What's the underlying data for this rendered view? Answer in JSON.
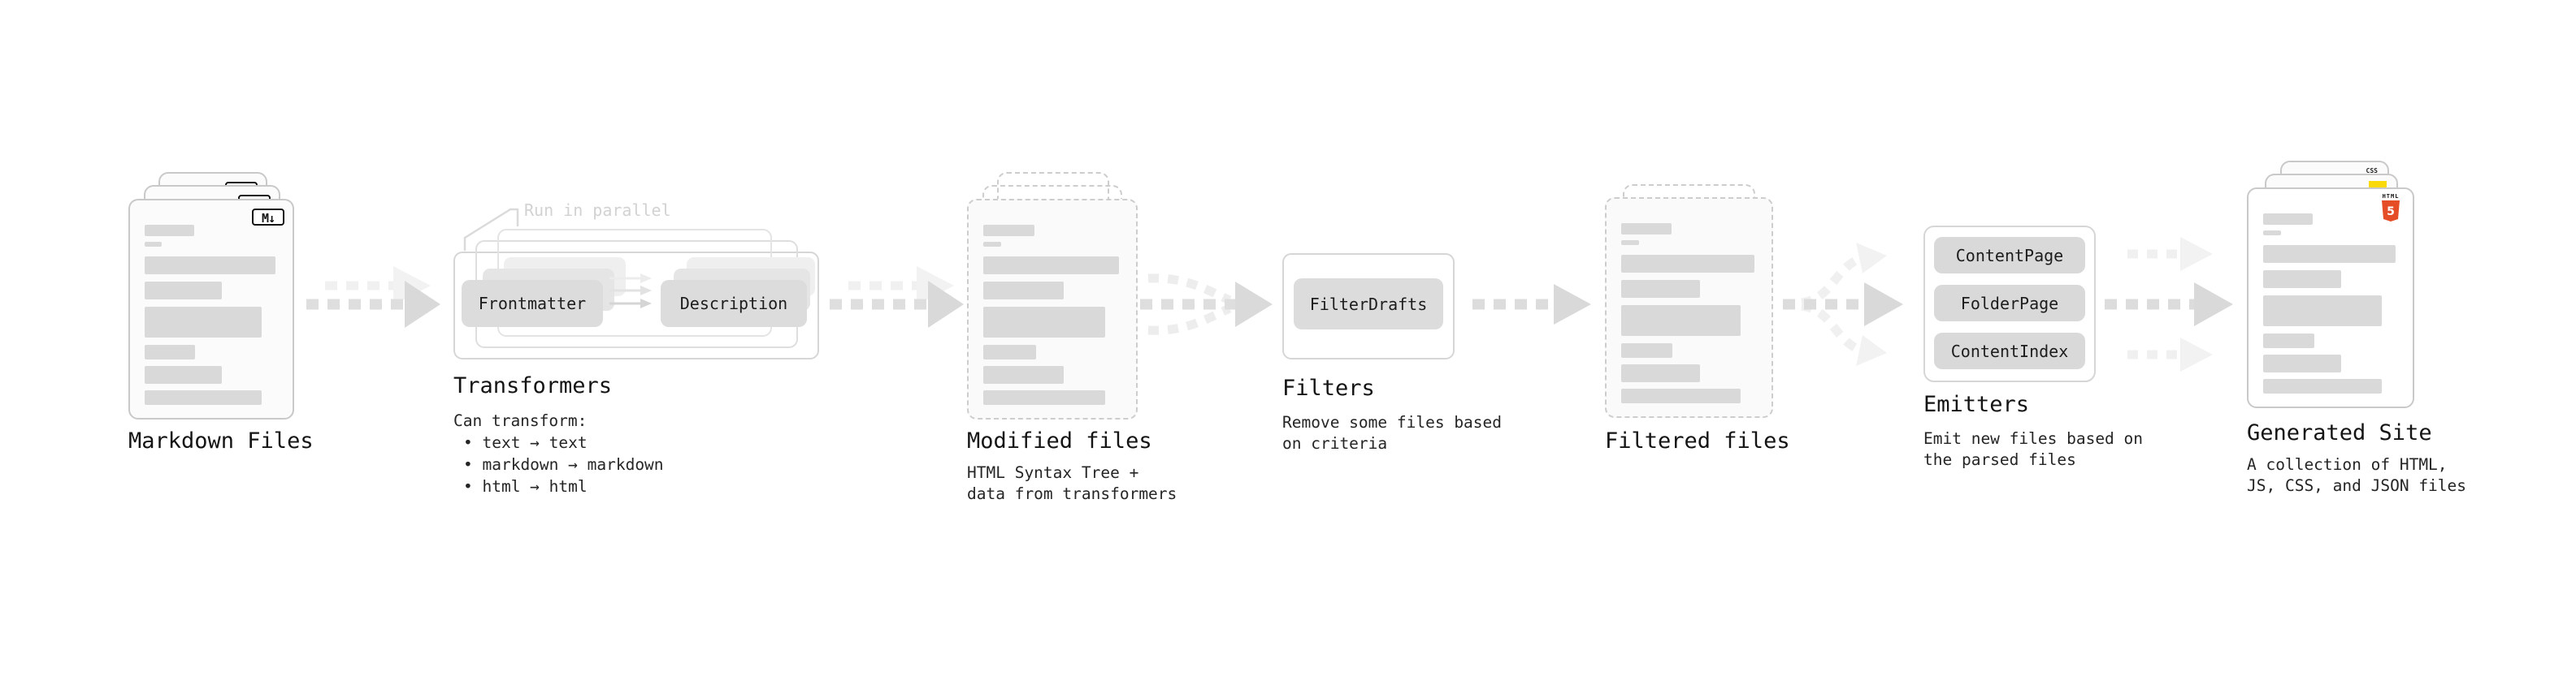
{
  "diagram": {
    "markdown": {
      "title": "Markdown Files",
      "badge": "M↓"
    },
    "transformers": {
      "title": "Transformers",
      "parallel_label": "Run in parallel",
      "frontmatter_label": "Frontmatter",
      "description_label": "Description",
      "can_transform": "Can transform:",
      "bullets": [
        "• text → text",
        "• markdown → markdown",
        "• html → html"
      ]
    },
    "modified": {
      "title": "Modified files",
      "subtitle1": "HTML Syntax Tree +",
      "subtitle2": "data from transformers"
    },
    "filters": {
      "title": "Filters",
      "button_label": "FilterDrafts",
      "subtitle1": "Remove some files based",
      "subtitle2": "on criteria"
    },
    "filtered": {
      "title": "Filtered files"
    },
    "emitters": {
      "title": "Emitters",
      "buttons": [
        "ContentPage",
        "FolderPage",
        "ContentIndex"
      ],
      "subtitle1": "Emit new files based on",
      "subtitle2": "the parsed files"
    },
    "generated": {
      "title": "Generated Site",
      "subtitle1": "A collection of HTML,",
      "subtitle2": "JS, CSS, and JSON files",
      "html_badge_word": "HTML",
      "html_badge_number": "5",
      "css_badge": "CSS"
    },
    "bar_pattern": [
      [
        37,
        14,
        30
      ],
      [
        13,
        6,
        7
      ],
      [
        98,
        22,
        12
      ],
      [
        58,
        22,
        9
      ],
      [
        88,
        38,
        9
      ],
      [
        38,
        18,
        9
      ],
      [
        58,
        22,
        8
      ],
      [
        88,
        18,
        8
      ]
    ],
    "colors": {
      "bar": "#d9d9d9",
      "card_border": "#c9c9c9",
      "arrow": "#d9d9d9",
      "arrow_ghost": "#efefef",
      "html5_orange": "#e44d26",
      "js_yellow": "#fada0a",
      "css_blue": "#2962ff"
    }
  }
}
